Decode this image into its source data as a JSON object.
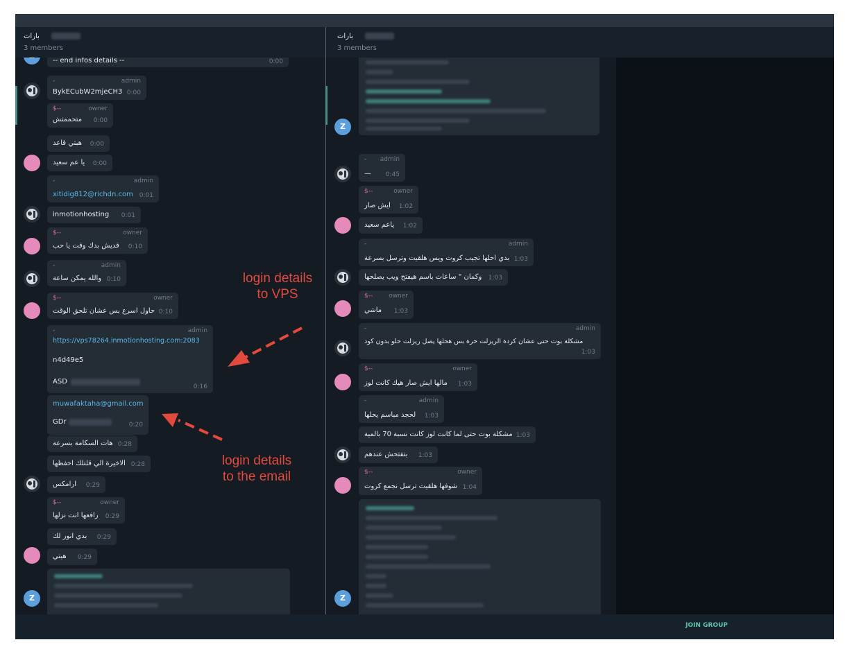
{
  "left_chat": {
    "title": "بارات",
    "subtitle": "3 members",
    "messages": [
      {
        "text": "-- end infos details --",
        "time": "0:00"
      },
      {
        "name": "-",
        "role": "admin",
        "text": "BykECubW2mjeCH3",
        "time": "0:00"
      },
      {
        "name": "$--",
        "role": "owner",
        "text": "متحممتش",
        "time": "0:00"
      },
      {
        "text": "هبتي قاعد",
        "time": "0:00"
      },
      {
        "text": "يا عم سعيد",
        "time": "0:00"
      },
      {
        "name": "-",
        "role": "admin",
        "text": "xitidig812@richdn.com",
        "time": "0:01"
      },
      {
        "text": "inmotionhosting",
        "time": "0:01"
      },
      {
        "name": "$--",
        "role": "owner",
        "text": "قديش بدك وقت يا حب",
        "time": "0:10"
      },
      {
        "name": "-",
        "role": "admin",
        "text": "والله يمكن ساعة",
        "time": "0:10"
      },
      {
        "name": "$--",
        "role": "owner",
        "text": "حاول اسرع بس عشان تلحق الوقت",
        "time": "0:10"
      },
      {
        "name": "-",
        "role": "admin",
        "line1": "https://vps78264.inmotionhosting.com:2083",
        "line2": "n4d49e5",
        "line3": "ASD",
        "time": "0:16"
      },
      {
        "line1": "muwafaktaha@gmail.com",
        "line2": "GDr",
        "time": "0:20"
      },
      {
        "text": "هات السكامة بسرعة",
        "time": "0:28"
      },
      {
        "text": "الاخيرة الي قلتلك احفظها",
        "time": "0:28"
      },
      {
        "text": "ارامكس",
        "time": "0:29"
      },
      {
        "name": "$--",
        "role": "owner",
        "text": "رافعها انت نزلها",
        "time": "0:29"
      },
      {
        "text": "بدي انور لك",
        "time": "0:29"
      },
      {
        "text": "هبتي",
        "time": "0:29"
      }
    ]
  },
  "right_chat": {
    "title": "بارات",
    "subtitle": "3 members",
    "messages": [
      {
        "name": "-",
        "role": "admin",
        "text": "—",
        "time": "0:45"
      },
      {
        "name": "$--",
        "role": "owner",
        "text": "ايش صار",
        "time": "1:02"
      },
      {
        "text": "ياعم سعيد",
        "time": "1:02"
      },
      {
        "name": "-",
        "role": "admin",
        "text": "بدي احلها تجيب كروت ويس هلقيت وترسل بسرعة",
        "time": "1:03"
      },
      {
        "text": "وكمان \" ساعات باسم هيفتح ويب يصلحها",
        "time": "1:03"
      },
      {
        "name": "$--",
        "role": "owner",
        "text": "ماشي",
        "time": "1:03"
      },
      {
        "name": "-",
        "role": "admin",
        "text": "مشكلة بوت حتى عشان كردة الريزلت خرة بس هحلها يصل ريزلت حلو بدون كود",
        "time": "1:03"
      },
      {
        "name": "$--",
        "role": "owner",
        "text": "مالها ايش صار هيك كانت لوز",
        "time": "1:03"
      },
      {
        "name": "-",
        "role": "admin",
        "text": "لحجد مباسم يحلها",
        "time": "1:03"
      },
      {
        "text": "مشكلة بوت حتى لما كانت لوز كانت نسبة 70 بالمية",
        "time": "1:03"
      },
      {
        "text": "بتفتحش عندهم",
        "time": "1:03"
      },
      {
        "name": "$--",
        "role": "owner",
        "text": "شوفها هلقيت ترسل نجمع كروت",
        "time": "1:04"
      }
    ]
  },
  "avatars": {
    "blue_letter": "Z"
  },
  "footer": {
    "join_label": "JOIN GROUP"
  },
  "annotations": {
    "vps": "login details\nto VPS",
    "email": "login details\nto the email"
  },
  "colors": {
    "annotation": "#e24a3e",
    "accent": "#5fc4a8",
    "owner_name": "#e06c8e",
    "admin_name": "#5aa0d8"
  }
}
